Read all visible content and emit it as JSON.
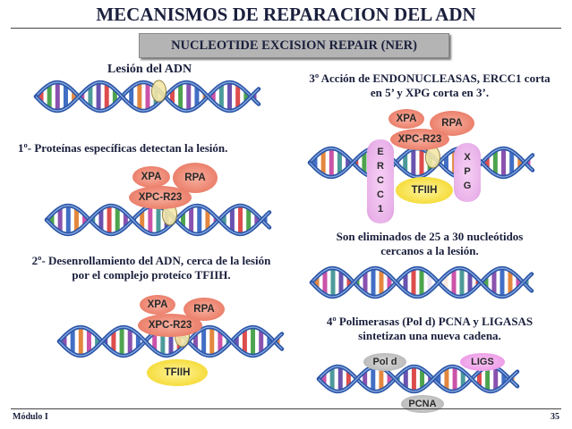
{
  "title": "MECANISMOS DE REPARACION DEL ADN",
  "subtitle": "NUCLEOTIDE EXCISION REPAIR (NER)",
  "left": {
    "lesion_label": "Lesión del ADN",
    "step1": "1º- Proteínas específicas detectan la lesión.",
    "step2_line1": "2º- Desenrollamiento del ADN, cerca de la lesión",
    "step2_line2": "por el complejo proteíco TFIIH."
  },
  "right": {
    "step3_line1": "3º Acción de ENDONUCLEASAS, ERCC1 corta",
    "step3_line2": "en 5’ y XPG corta en 3’.",
    "removed_line1": "Son eliminados de 25 a 30 nucleótidos",
    "removed_line2": "cercanos a la lesión.",
    "step4_line1": "4º Polimerasas (Pol d) PCNA y LIGASAS",
    "step4_line2": "sintetizan una nueva cadena."
  },
  "proteins": {
    "xpa": "XPA",
    "rpa": "RPA",
    "xpc": "XPC-R23",
    "tfiih": "TFIIH",
    "ercc1": [
      "E",
      "R",
      "C",
      "C",
      "1"
    ],
    "xpg": [
      "X",
      "P",
      "G"
    ],
    "pol": "Pol d",
    "ligs": "LIGS",
    "pcna": "PCNA"
  },
  "footer": {
    "module": "Módulo I",
    "page": "35"
  },
  "colors": {
    "strand": "#2c56a6",
    "lesion": "#f3e7a8",
    "protein": "#ee8a76",
    "tfiih": "#f7e04a",
    "endonuclease": "#eab4ea",
    "polymerase": "#bcbcbc",
    "ligase": "#ee9ee8"
  }
}
